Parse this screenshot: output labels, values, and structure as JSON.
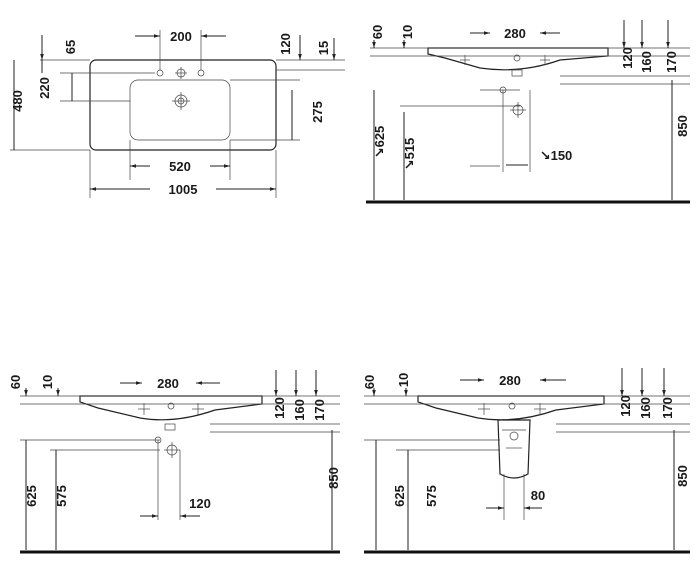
{
  "views": {
    "top": {
      "d200": "200",
      "d65": "65",
      "d120": "120",
      "d15": "15",
      "d220": "220",
      "d480": "480",
      "d275": "275",
      "d520": "520",
      "d1005": "1005"
    },
    "side_wall": {
      "d60": "60",
      "d10": "10",
      "d280": "280",
      "d120": "120",
      "d160": "160",
      "d170": "170",
      "d850": "850",
      "d625": "↘625",
      "d515": "↘515",
      "d150": "↘150"
    },
    "side_floor": {
      "d60": "60",
      "d10": "10",
      "d280": "280",
      "d120": "120",
      "d160": "160",
      "d170": "170",
      "d850": "850",
      "d625": "625",
      "d575": "575",
      "d120b": "120"
    },
    "side_siphon": {
      "d60": "60",
      "d10": "10",
      "d280": "280",
      "d120": "120",
      "d160": "160",
      "d170": "170",
      "d850": "850",
      "d625": "625",
      "d575": "575",
      "d80": "80"
    }
  }
}
